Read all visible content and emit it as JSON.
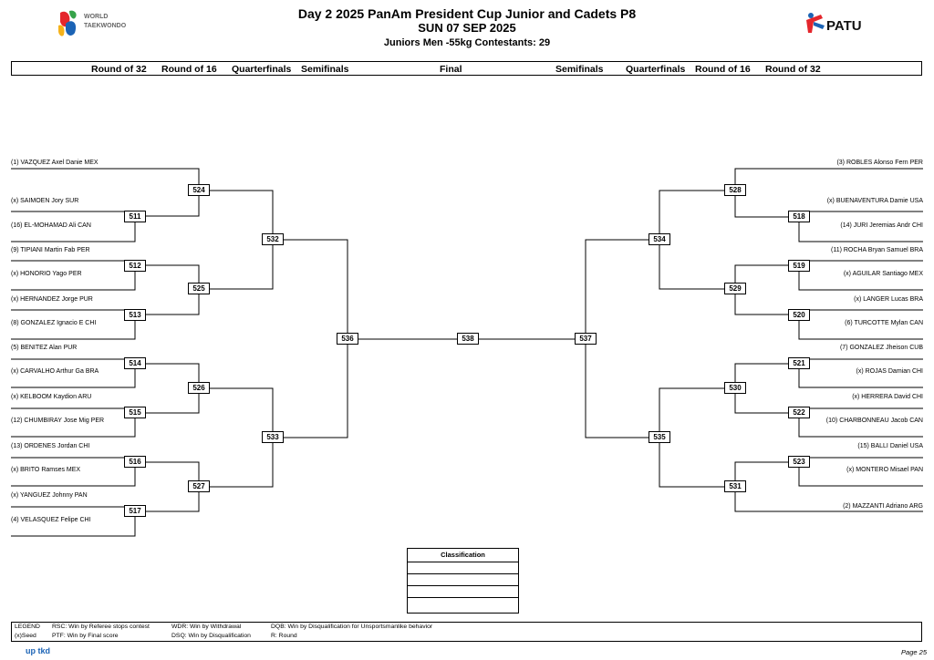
{
  "header": {
    "title": "Day 2 2025 PanAm President Cup  Junior and Cadets P8",
    "date": "SUN 07 SEP 2025",
    "category": "Juniors  Men -55kg  Contestants: 29",
    "logo_left_text_1": "WORLD",
    "logo_left_text_2": "TAEKWONDO",
    "logo_right_text": "PATU"
  },
  "round_headers": [
    "Round of 32",
    "Round of 16",
    "Quarterfinals",
    "Semifinals",
    "Final",
    "Semifinals",
    "Quarterfinals",
    "Round of 16",
    "Round of 32"
  ],
  "left_players": [
    "(1) VAZQUEZ Axel Danie MEX",
    "(x) SAIMOEN Jory SUR",
    "(16) EL-MOHAMAD Ali CAN",
    "(9) TIPIANI Martin Fab PER",
    "(x) HONORIO Yago PER",
    "(x) HERNANDEZ Jorge PUR",
    "(8) GONZALEZ Ignacio E CHI",
    "(5) BENITEZ Alan PUR",
    "(x) CARVALHO Arthur Ga BRA",
    "(x) KELBOOM Kaydion ARU",
    "(12) CHUMBIRAY Jose Mig PER",
    "(13) ORDENES Jordan CHI",
    "(x) BRITO Ramses MEX",
    "(x) YANGUEZ Johnny PAN",
    "(4) VELASQUEZ Felipe CHI"
  ],
  "right_players": [
    "(3) ROBLES Alonso Fern PER",
    "(x) BUENAVENTURA Damie USA",
    "(14) JURI Jeremias Andr CHI",
    "(11) ROCHA Bryan Samuel BRA",
    "(x) AGUILAR Santiago MEX",
    "(x) LANGER Lucas BRA",
    "(6) TURCOTTE Mylan CAN",
    "(7) GONZALEZ Jheison CUB",
    "(x) ROJAS Damian CHI",
    "(x) HERRERA David CHI",
    "(10) CHARBONNEAU Jacob CAN",
    "(15) BALLI Daniel USA",
    "(x) MONTERO Misael PAN",
    "(2) MAZZANTI Adriano ARG"
  ],
  "matches": {
    "m511": "511",
    "m512": "512",
    "m513": "513",
    "m514": "514",
    "m515": "515",
    "m516": "516",
    "m517": "517",
    "m518": "518",
    "m519": "519",
    "m520": "520",
    "m521": "521",
    "m522": "522",
    "m523": "523",
    "m524": "524",
    "m525": "525",
    "m526": "526",
    "m527": "527",
    "m528": "528",
    "m529": "529",
    "m530": "530",
    "m531": "531",
    "m532": "532",
    "m533": "533",
    "m534": "534",
    "m535": "535",
    "m536": "536",
    "m537": "537",
    "m538": "538"
  },
  "classification": {
    "title": "Classification"
  },
  "legend": {
    "label": "LEGEND",
    "seed": "(x)Seed",
    "rsc": "RSC: Win by Referee stops contest",
    "ptf": "PTF: Win by Final score",
    "wdr": "WDR: Win by Withdrawal",
    "dsq": "DSQ: Win by Disqualification",
    "dqb": "DQB: Win by Disqualification for Unsportsmanlike behavior",
    "r": "R: Round"
  },
  "footer": {
    "logo": "up tkd",
    "page": "Page 25"
  }
}
